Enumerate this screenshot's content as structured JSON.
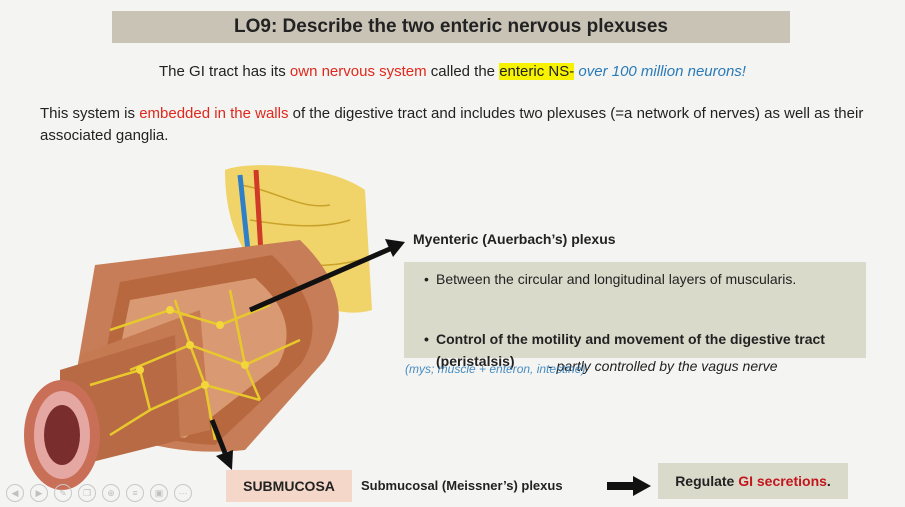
{
  "title": "LO9: Describe the two enteric nervous plexuses",
  "intro": {
    "part1": "The GI tract has its ",
    "part2": "own nervous system",
    "part3": " called the ",
    "part4": "enteric NS-",
    "part5": " over 100 million neurons!"
  },
  "paragraph": {
    "part1": "This system is ",
    "part2": "embedded in the walls",
    "part3": " of the digestive tract and includes two plexuses (=a network of nerves) as well as their associated ganglia."
  },
  "myenteric": {
    "label": "Myenteric (Auerbach’s) plexus",
    "bullet_glyph": "•",
    "bullet1": "Between the circular and longitudinal layers of muscularis.",
    "bullet2": "Control of the motility and movement of the digestive tract (peristalsis)",
    "vagus_text": "- partly controlled by the vagus nerve",
    "etymology": "(mys; muscle + enteron, intestine)"
  },
  "submucosa_label": "SUBMUCOSA",
  "submucosal_label": "Submucosal (Meissner’s) plexus",
  "regulate": {
    "part1": "Regulate ",
    "part2": "GI secretions",
    "part3": "."
  },
  "toolbar_icons": [
    "prev-icon",
    "next-icon",
    "pen-icon",
    "copy-icon",
    "zoom-icon",
    "menu-icon",
    "video-icon",
    "more-icon"
  ],
  "colors": {
    "red": "#e0281c",
    "highlight": "#f6f200",
    "blue": "#2a7ab8",
    "title_bg": "#c9c3b6",
    "box_bg": "#dadacb",
    "submucosa_bg": "#f5d7c9"
  }
}
